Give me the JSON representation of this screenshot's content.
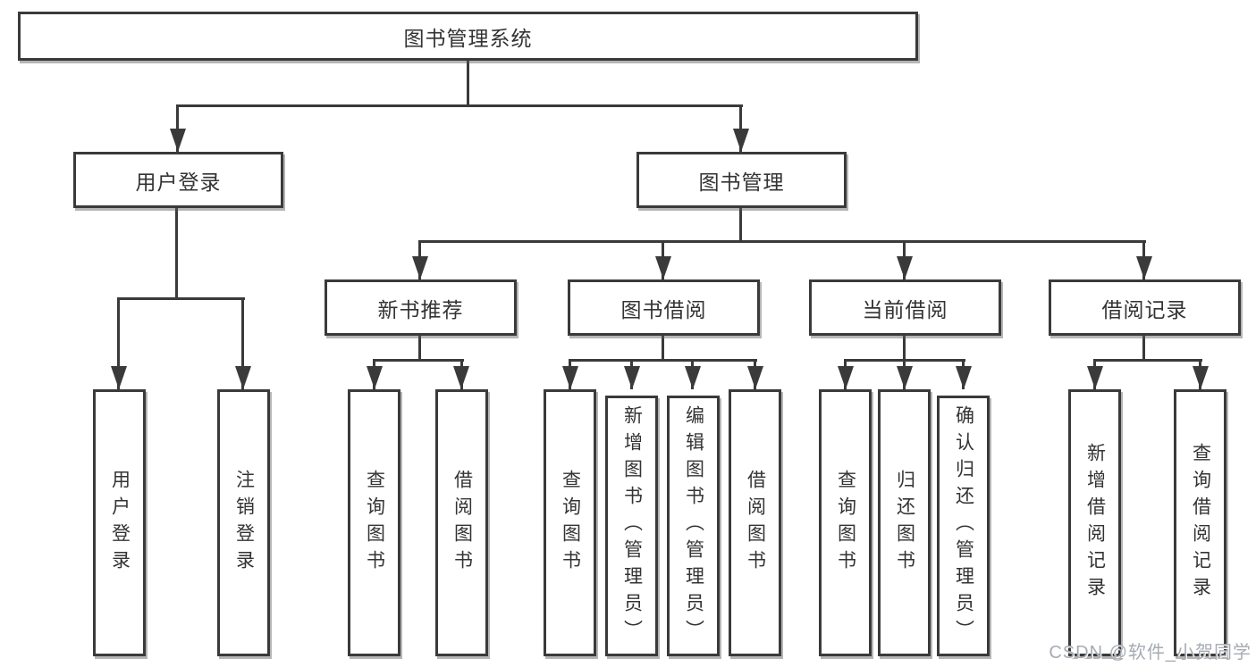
{
  "diagram_title": "图书管理系统",
  "colors": {
    "line": "#3a3a3a",
    "box_border": "#3a3a3a",
    "text": "#333333",
    "watermark": "#a6abb3",
    "background": "#ffffff"
  },
  "tree": {
    "root": {
      "label": "图书管理系统"
    },
    "user": {
      "label": "用户登录",
      "children": [
        {
          "label": "用户登录"
        },
        {
          "label": "注销登录"
        }
      ]
    },
    "book": {
      "label": "图书管理",
      "children": [
        {
          "label": "新书推荐",
          "children": [
            {
              "label": "查询图书"
            },
            {
              "label": "借阅图书"
            }
          ]
        },
        {
          "label": "图书借阅",
          "children": [
            {
              "label": "查询图书"
            },
            {
              "label": "新增图书（管理员）"
            },
            {
              "label": "编辑图书（管理员）"
            },
            {
              "label": "借阅图书"
            }
          ]
        },
        {
          "label": "当前借阅",
          "children": [
            {
              "label": "查询图书"
            },
            {
              "label": "归还图书"
            },
            {
              "label": "确认归还（管理员）"
            }
          ]
        },
        {
          "label": "借阅记录",
          "children": [
            {
              "label": "新增借阅记录"
            },
            {
              "label": "查询借阅记录"
            }
          ]
        }
      ]
    }
  },
  "watermark": {
    "text": "CSDN @软件_小贺同学"
  }
}
